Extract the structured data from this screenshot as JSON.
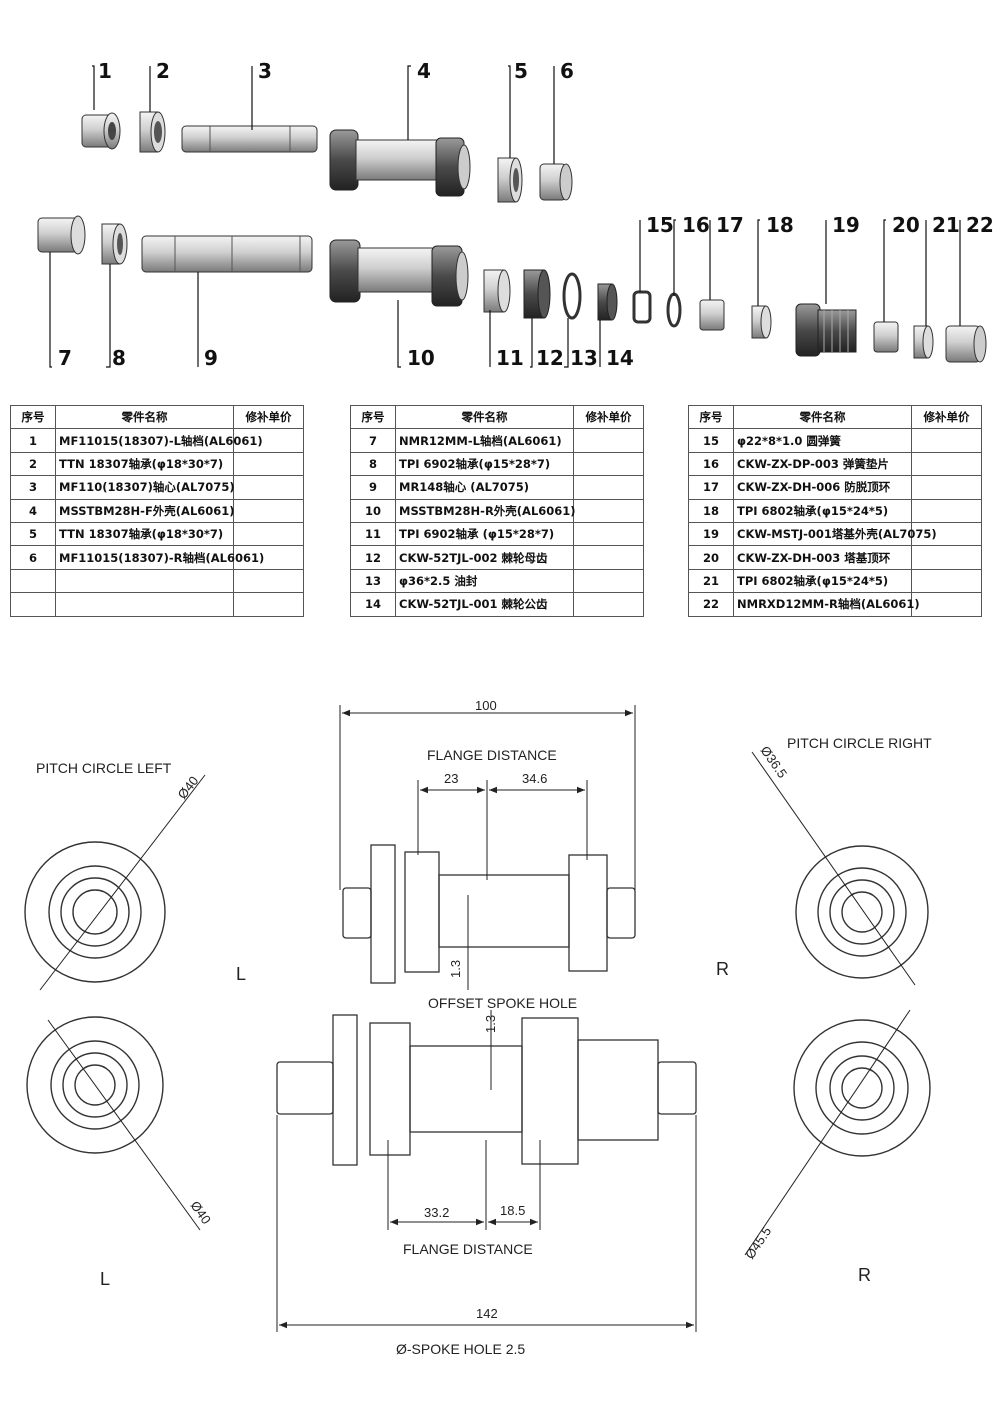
{
  "callouts": [
    "1",
    "2",
    "3",
    "4",
    "5",
    "6",
    "7",
    "8",
    "9",
    "10",
    "11",
    "12",
    "13",
    "14",
    "15",
    "16",
    "17",
    "18",
    "19",
    "20",
    "21",
    "22"
  ],
  "table_headers": [
    "序号",
    "零件名称",
    "修补单价"
  ],
  "tables": [
    [
      [
        "1",
        "MF11015(18307)-L轴档(AL6061)",
        ""
      ],
      [
        "2",
        "TTN 18307轴承(φ18*30*7)",
        ""
      ],
      [
        "3",
        "MF110(18307)轴心(AL7075)",
        ""
      ],
      [
        "4",
        "MSSTBM28H-F外壳(AL6061)",
        ""
      ],
      [
        "5",
        "TTN 18307轴承(φ18*30*7)",
        ""
      ],
      [
        "6",
        "MF11015(18307)-R轴档(AL6061)",
        ""
      ],
      [
        "",
        "",
        ""
      ],
      [
        "",
        "",
        ""
      ]
    ],
    [
      [
        "7",
        "NMR12MM-L轴档(AL6061)",
        ""
      ],
      [
        "8",
        "TPI 6902轴承(φ15*28*7)",
        ""
      ],
      [
        "9",
        "MR148轴心  (AL7075)",
        ""
      ],
      [
        "10",
        "MSSTBM28H-R外壳(AL6061)",
        ""
      ],
      [
        "11",
        "TPI 6902轴承  (φ15*28*7)",
        ""
      ],
      [
        "12",
        "CKW-52TJL-002       棘轮母齿",
        ""
      ],
      [
        "13",
        "φ36*2.5 油封",
        ""
      ],
      [
        "14",
        "CKW-52TJL-001       棘轮公齿",
        ""
      ]
    ],
    [
      [
        "15",
        "φ22*8*1.0 圆弹簧",
        ""
      ],
      [
        "16",
        "CKW-ZX-DP-003 弹簧垫片",
        ""
      ],
      [
        "17",
        "CKW-ZX-DH-006 防脱顶环",
        ""
      ],
      [
        "18",
        "TPI 6802轴承(φ15*24*5)",
        ""
      ],
      [
        "19",
        "CKW-MSTJ-001塔基外壳(AL7075)",
        ""
      ],
      [
        "20",
        "CKW-ZX-DH-003 塔基顶环",
        ""
      ],
      [
        "21",
        "TPI 6802轴承(φ15*24*5)",
        ""
      ],
      [
        "22",
        "NMRXD12MM-R轴档(AL6061)",
        ""
      ]
    ]
  ],
  "drawing": {
    "pitch_left": "PITCH CIRCLE LEFT",
    "pitch_right": "PITCH CIRCLE RIGHT",
    "flange_distance": "FLANGE DISTANCE",
    "offset_spoke_hole": "OFFSET SPOKE HOLE",
    "spoke_hole": "Ø-SPOKE HOLE  2.5",
    "side_L": "L",
    "side_R": "R",
    "front_width": "100",
    "front_left": "23",
    "front_right": "34.6",
    "front_offset": "1.3",
    "rear_offset": "1.3",
    "rear_left": "33.2",
    "rear_right": "18.5",
    "rear_width": "142",
    "dia_left_top": "Ø40",
    "dia_left_bottom": "Ø40",
    "dia_right_top": "Ø36.5",
    "dia_right_bottom": "Ø45.5"
  }
}
